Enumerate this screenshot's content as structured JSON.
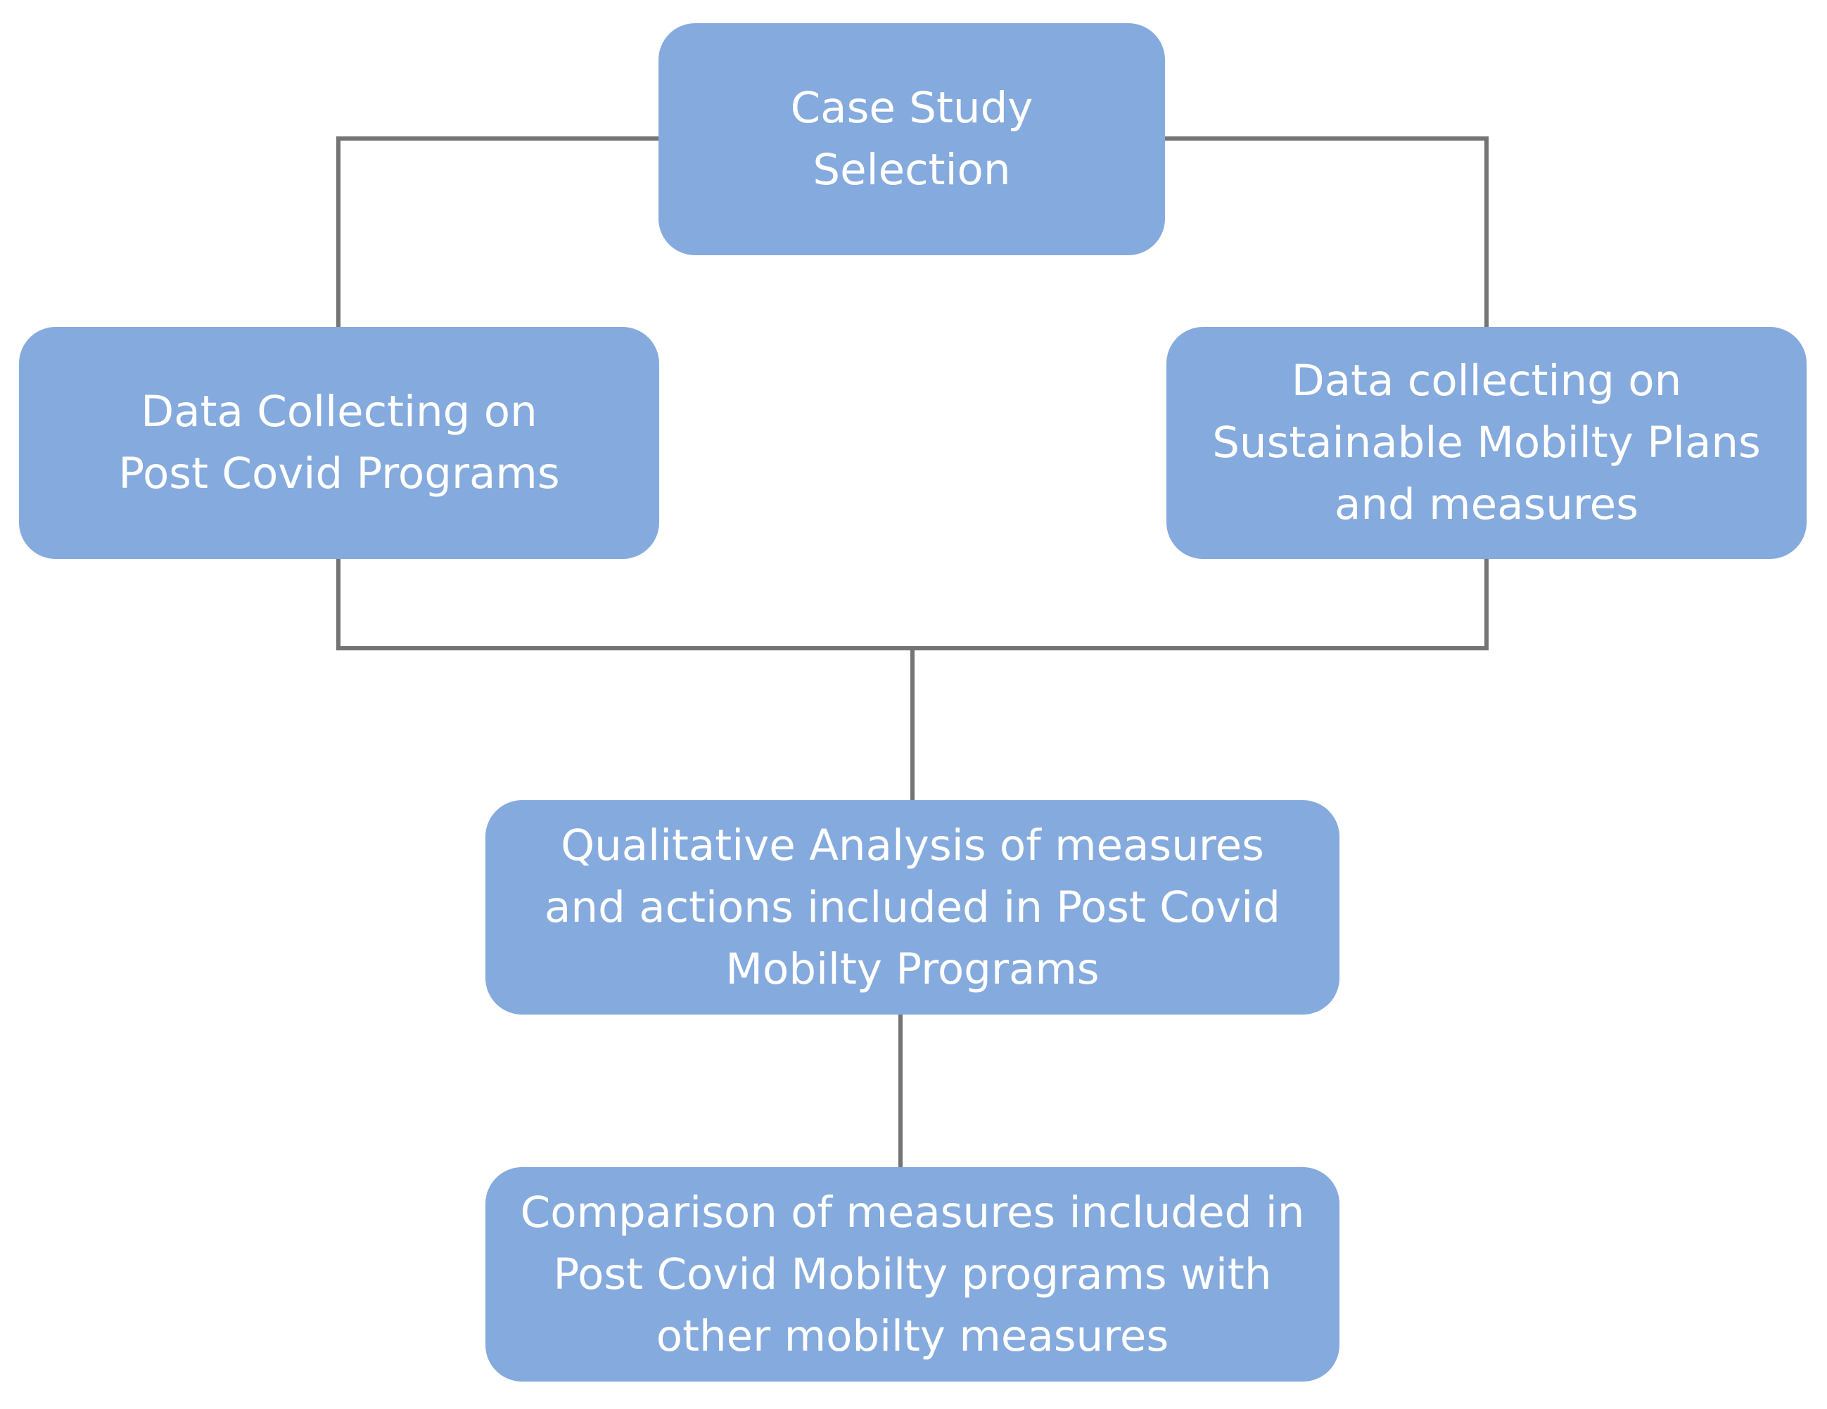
{
  "colors": {
    "box_fill": "#85aadd",
    "box_text": "#ffffff",
    "connector": "#747474",
    "background": "#ffffff"
  },
  "nodes": {
    "case_study": [
      "Case Study",
      "Selection"
    ],
    "post_covid_data": [
      "Data Collecting on",
      "Post Covid Programs"
    ],
    "sump_data": [
      "Data collecting on",
      "Sustainable Mobilty Plans",
      "and measures"
    ],
    "qualitative": [
      "Qualitative Analysis of measures",
      "and actions included in Post Covid",
      "Mobilty Programs"
    ],
    "comparison": [
      "Comparison of measures included in",
      "Post Covid Mobilty programs with",
      "other mobilty measures"
    ]
  }
}
